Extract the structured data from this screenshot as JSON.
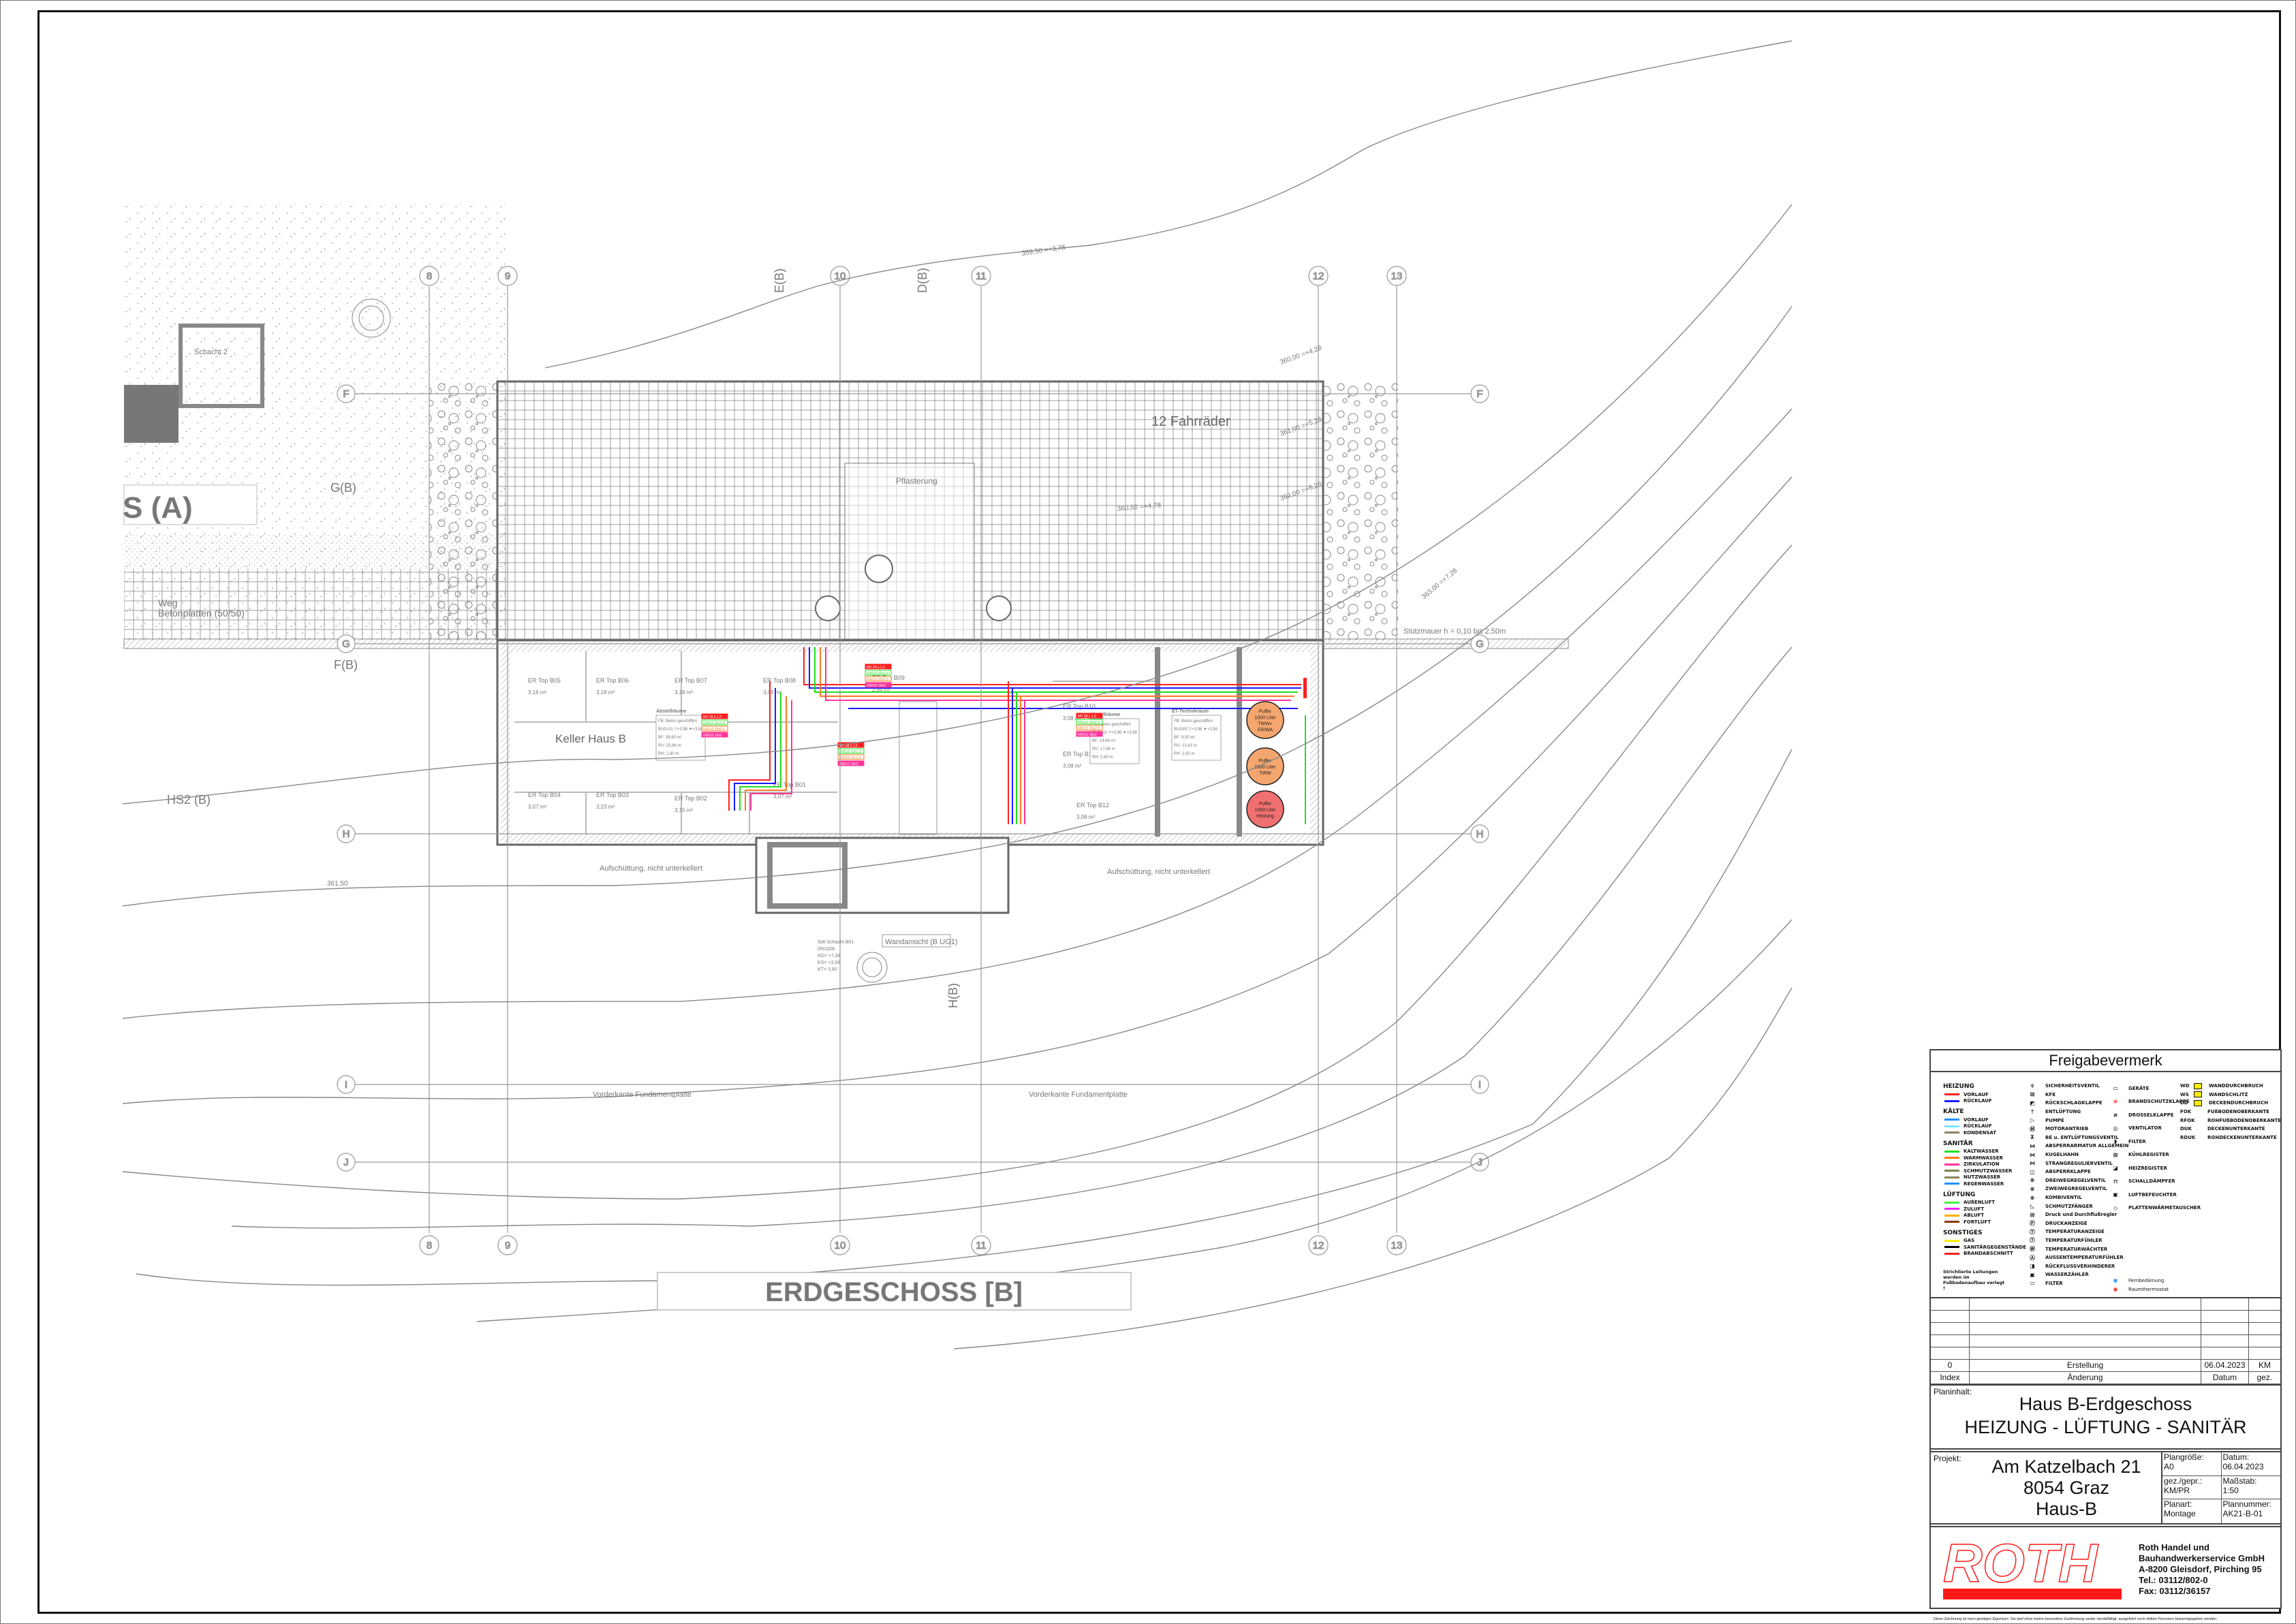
{
  "plan": {
    "floor_title": "ERDGESCHOSS [B]",
    "neighbor_title": "S (A)",
    "axes_top": [
      "8",
      "9",
      "10",
      "11",
      "12",
      "13"
    ],
    "axes_side": [
      "F",
      "G",
      "H",
      "I",
      "J"
    ],
    "section_marks": [
      "E(B)",
      "D(B)",
      "G(B)",
      "F(B)",
      "H(B)",
      "HS2 (B)"
    ],
    "room_labels": {
      "keller": "Keller Haus B",
      "fahrraeder": "12 Fahrräder",
      "pflasterung": "Pflasterung",
      "aufschuettung": "Aufschüttung, nicht unterkellert",
      "wandansicht": "Wandansicht (B UG1)",
      "weg": "Weg",
      "weg_sub": "Betonplatten (50/50)",
      "fundament": "Vorderkante Fundamentplatte",
      "schacht2": "Schacht 2",
      "stuetzmauer": "Stützmauer h = 0,10 bis 2,50m"
    },
    "storage_rooms": [
      {
        "name": "ER Top B05",
        "area": "3,16 m²"
      },
      {
        "name": "ER Top B06",
        "area": "3,18 m²"
      },
      {
        "name": "ER Top B07",
        "area": "3,18 m²"
      },
      {
        "name": "ER Top B08",
        "area": "3,08 m²"
      },
      {
        "name": "ER Top B04",
        "area": "3,07 m²"
      },
      {
        "name": "ER Top B03",
        "area": "3,23 m²"
      },
      {
        "name": "ER Top B02",
        "area": "3,15 m²"
      },
      {
        "name": "ER Top B01",
        "area": "3,07 m²"
      },
      {
        "name": "ER Top B09",
        "area": "2,94 m²"
      },
      {
        "name": "ER Top B10",
        "area": "3,08 m²"
      },
      {
        "name": "ER Top B11",
        "area": "3,08 m²"
      },
      {
        "name": "ER Top B12",
        "area": "3,08 m²"
      }
    ],
    "room_tables": [
      {
        "title": "Abstellräume",
        "fb": "FB: Beton geschliffen",
        "code": "BUG-01",
        "lvl1": "▽+3,98",
        "lvl2": "▼+3,98",
        "bf": "38,60 m²",
        "ru": "25,84 m",
        "rh": "2,80 m"
      },
      {
        "title": "Abstellräume",
        "fb": "FB: Beton geschliffen",
        "code": "BUG-02",
        "lvl1": "▽+3,98",
        "lvl2": "▼+3,98",
        "bf": "19,84 m²",
        "ru": "17,84 m",
        "rh": "2,80 m"
      },
      {
        "title": "ET-Technikraum",
        "fb": "FB: Beton geschliffen",
        "code": "BUG03",
        "lvl1": "▽+3,98",
        "lvl2": "▼+3,98",
        "bf": "9,50 m²",
        "ru": "13,43 m",
        "rh": "2,80 m"
      }
    ],
    "table_keys": {
      "bf": "BF:",
      "ru": "RU:",
      "rh": "RH:"
    },
    "tanks": [
      {
        "line1": "Puffer",
        "line2": "1000 Liter",
        "line3": "TWW+",
        "line4": "FR/WA",
        "color": "#f5a66e"
      },
      {
        "line1": "Puffer",
        "line2": "1000 Liter",
        "line3": "TWW",
        "line4": "",
        "color": "#f5a66e"
      },
      {
        "line1": "Puffer",
        "line2": "1000 Liter",
        "line3": "Heizung",
        "line4": "",
        "color": "#f07070"
      }
    ],
    "contours": [
      "359,50 =+3,78",
      "360,00 =+4,28",
      "361,00 =+5,28",
      "362,00 =+6,28",
      "363,00 =+7,28",
      "360,50 =+4,78",
      "361,50"
    ],
    "pipe_labels": {
      "red": "MV 28 x 1,2",
      "green": "KM110 32x2,9",
      "orange": "KM110 25x2,5",
      "pink": "KM110 18x2"
    },
    "shaft_info": [
      "SW-Schacht B01",
      "DN1000",
      "KD= +7,38",
      "KS= +3,58",
      "KT= 3,80"
    ]
  },
  "titleblock": {
    "freigabe": "Freigabevermerk",
    "legend": {
      "groups": [
        {
          "title": "HEIZUNG",
          "items": [
            {
              "label": "VORLAUF",
              "color": "#ff2020"
            },
            {
              "label": "RÜCKLAUF",
              "color": "#1a1aff"
            }
          ]
        },
        {
          "title": "KÄLTE",
          "items": [
            {
              "label": "VORLAUF",
              "color": "#1e90ff"
            },
            {
              "label": "RÜCKLAUF",
              "color": "#7fe8ff"
            },
            {
              "label": "KONDENSAT",
              "color": "#8a8660"
            }
          ]
        },
        {
          "title": "SANITÄR",
          "items": [
            {
              "label": "KALTWASSER",
              "color": "#20e020"
            },
            {
              "label": "WARMWASSER",
              "color": "#ff7a20"
            },
            {
              "label": "ZIRKULATION",
              "color": "#ff3399"
            },
            {
              "label": "SCHMUTZWASSER",
              "color": "#808050"
            },
            {
              "label": "NUTZWASSER",
              "color": "#8a8660"
            },
            {
              "label": "REGENWASSER",
              "color": "#1e90ff"
            }
          ]
        },
        {
          "title": "LÜFTUNG",
          "items": [
            {
              "label": "AUßENLUFT",
              "color": "#44ee44"
            },
            {
              "label": "ZULUFT",
              "color": "#ff20ff"
            },
            {
              "label": "ABLUFT",
              "color": "#ffb000"
            },
            {
              "label": "FORTLUFT",
              "color": "#8b3a0a"
            }
          ]
        },
        {
          "title": "SONSTIGES",
          "items": [
            {
              "label": "GAS",
              "color": "#ffee00"
            },
            {
              "label": "SANITÄRGEGENSTÄNDE",
              "color": "#000000"
            },
            {
              "label": "BRANDABSCHNITT",
              "color": "#ff2020"
            }
          ]
        }
      ],
      "note": "Strichlierte Leitungen werden im Fußbodenaufbau verlegt !",
      "symbols_col1": [
        "SICHERHEITSVENTIL",
        "KFE",
        "RÜCKSCHLAGKLAPPE",
        "ENTLÜFTUNG",
        "PUMPE",
        "MOTORANTRIEB",
        "BE u. ENTLÜFTUNGSVENTIL",
        "ABSPERRARMATUR ALLGEMEIN",
        "KUGELHAHN",
        "STRANGREGULIERVENTIL",
        "ABSPERRKLAPPE",
        "DREIWEGREGELVENTIL",
        "ZWEIWEGREGELVENTIL",
        "KOMBIVENTIL",
        "SCHMUTZFÄNGER",
        "Druck und Durchflußregler",
        "DRUCKANZEIGE",
        "TEMPERATURANZEIGE",
        "TEMPERATURFÜHLER",
        "TEMPERATURWÄCHTER",
        "AUSSENTEMPERATURFÜHLER",
        "RÜCKFLUSSVERHINDERER",
        "WASSERZÄHLER",
        "FILTER"
      ],
      "symbols_col2": [
        "GERÄTE",
        "BRANDSCHUTZKLAPPE",
        "DROSSELKLAPPE",
        "VENTILATOR",
        "FILTER",
        "KÜHLREGISTER",
        "HEIZREGISTER",
        "SCHALLDÄMPFER",
        "LUFTBEFEUCHTER",
        "PLATTENWÄRMETAUSCHER"
      ],
      "symbols_col2_extra": [
        "Fernbedienung",
        "Raumthermostat"
      ],
      "abbrev": [
        {
          "code": "WD",
          "label": "WANDDURCHBRUCH"
        },
        {
          "code": "WS",
          "label": "WANDSCHLITZ"
        },
        {
          "code": "DD",
          "label": "DECKENDURCHBRUCH"
        },
        {
          "code": "FOK",
          "label": "FUßBODENOBERKANTE"
        },
        {
          "code": "RFOK",
          "label": "ROHFUßBODENOBERKANTE"
        },
        {
          "code": "DUK",
          "label": "DECKENUNTERKANTE"
        },
        {
          "code": "RDUK",
          "label": "ROHDECKENUNTERKANTE"
        }
      ]
    },
    "revision": {
      "rows": [
        {
          "index": "",
          "change": "",
          "date": "",
          "by": ""
        },
        {
          "index": "",
          "change": "",
          "date": "",
          "by": ""
        },
        {
          "index": "",
          "change": "",
          "date": "",
          "by": ""
        },
        {
          "index": "",
          "change": "",
          "date": "",
          "by": ""
        },
        {
          "index": "",
          "change": "",
          "date": "",
          "by": ""
        },
        {
          "index": "0",
          "change": "Erstellung",
          "date": "06.04.2023",
          "by": "KM"
        }
      ],
      "header": {
        "index": "Index",
        "change": "Änderung",
        "date": "Datum",
        "by": "gez."
      }
    },
    "planinhalt_label": "Planinhalt:",
    "planinhalt_line1": "Haus B-Erdgeschoss",
    "planinhalt_line2": "HEIZUNG - LÜFTUNG - SANITÄR",
    "projekt_label": "Projekt:",
    "projekt_lines": [
      "Am Katzelbach 21",
      "8054 Graz",
      "Haus-B"
    ],
    "fields": [
      {
        "label": "Plangröße:",
        "value": "A0"
      },
      {
        "label": "Datum:",
        "value": "06.04.2023"
      },
      {
        "label": "gez./gepr.:",
        "value": "KM/PR"
      },
      {
        "label": "Maßstab:",
        "value": "1:50"
      },
      {
        "label": "Planart:",
        "value": "Montage"
      },
      {
        "label": "Plannummer:",
        "value": "AK21-B-01"
      }
    ],
    "company": {
      "logo_text": "ROTH",
      "lines": [
        "Roth Handel und",
        "Bauhandwerkerservice GmbH",
        "A-8200 Gleisdorf, Pirching 95",
        "Tel.: 03112/802-0",
        "Fax: 03112/36157"
      ],
      "brand_color": "#ff1a1a"
    },
    "disclaimer": "Diese Zeichnung ist mein geistiges Eigentum. Sie darf ohne meine besondere Zustimmung weder vervielfältigt, ausgeführt noch dritten Personen bekanntgegeben werden."
  }
}
